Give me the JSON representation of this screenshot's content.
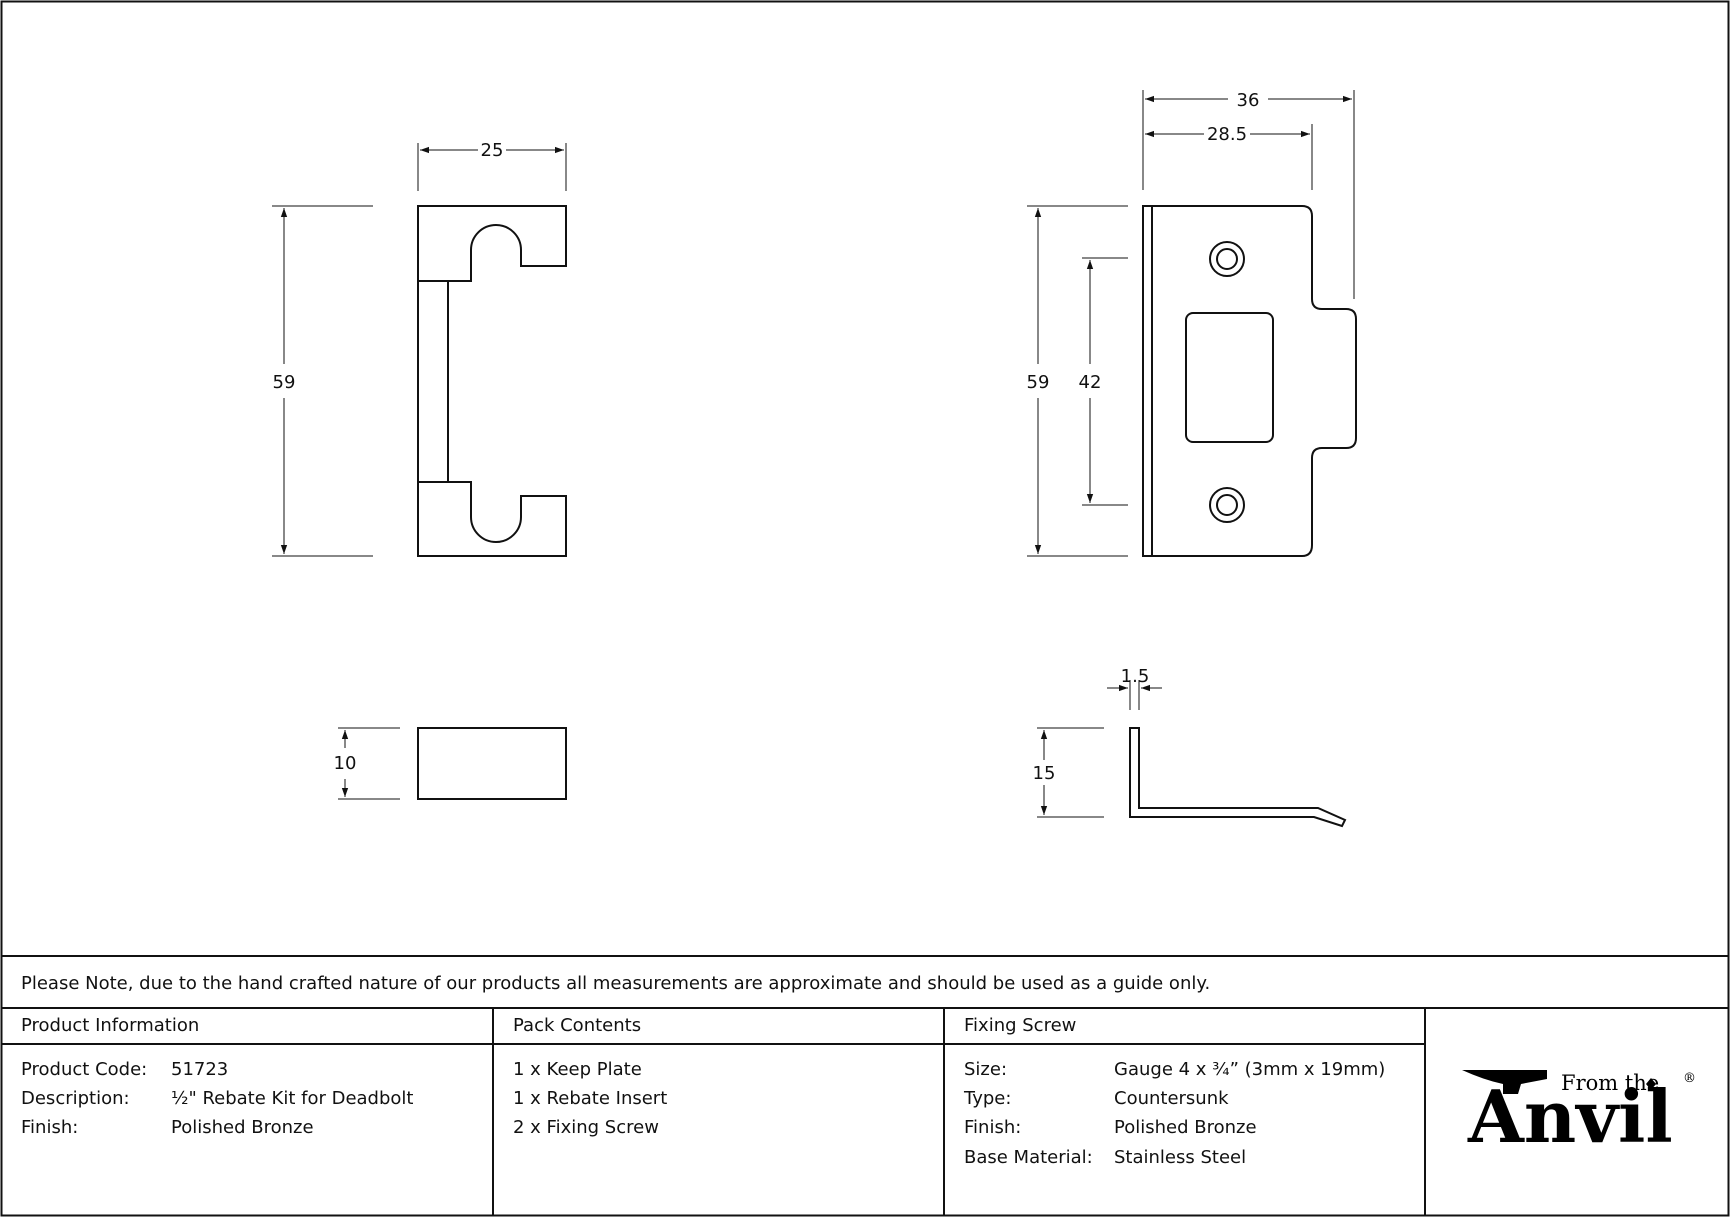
{
  "dimensions": {
    "insert_width": "25",
    "insert_height": "59",
    "insert_depth": "10",
    "plate_total_width": "36",
    "plate_face_width": "28.5",
    "plate_height": "59",
    "plate_hole_spacing": "42",
    "plate_thickness": "1.5",
    "plate_return": "15"
  },
  "note": "Please Note, due to the hand crafted nature of our products all measurements are approximate and should be used as a guide only.",
  "product_info": {
    "heading": "Product Information",
    "rows": [
      {
        "label": "Product Code:",
        "value": "51723"
      },
      {
        "label": "Description:",
        "value": "½\" Rebate Kit for Deadbolt"
      },
      {
        "label": "Finish:",
        "value": "Polished Bronze"
      }
    ]
  },
  "pack_contents": {
    "heading": "Pack Contents",
    "items": [
      "1 x Keep Plate",
      "1 x Rebate Insert",
      "2 x Fixing Screw"
    ]
  },
  "fixing_screw": {
    "heading": "Fixing Screw",
    "rows": [
      {
        "label": "Size:",
        "value": "Gauge 4 x ¾” (3mm x 19mm)"
      },
      {
        "label": "Type:",
        "value": "Countersunk"
      },
      {
        "label": "Finish:",
        "value": "Polished Bronze"
      },
      {
        "label": "Base Material:",
        "value": "Stainless Steel"
      }
    ]
  },
  "logo": {
    "small": "From the",
    "big": "Anvil",
    "mark": "®"
  }
}
